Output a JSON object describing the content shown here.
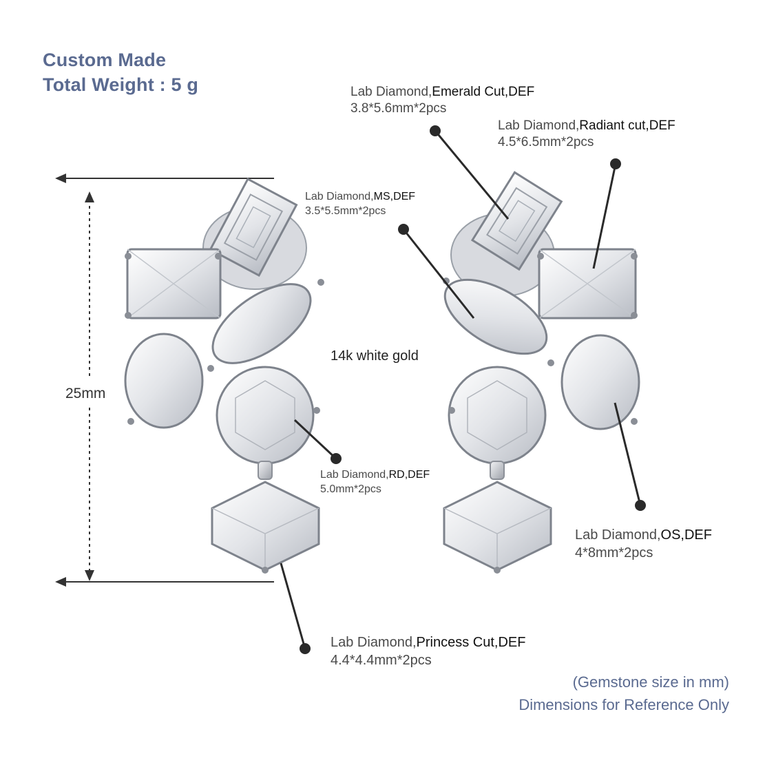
{
  "header": {
    "line1": "Custom Made",
    "line2": "Total Weight : 5 g"
  },
  "dimension": {
    "height_label": "25mm"
  },
  "metal": "14k white gold",
  "stones": {
    "emerald": {
      "prefix": "Lab Diamond,",
      "cut": "Emerald Cut,DEF",
      "size": "3.8*5.6mm*2pcs"
    },
    "radiant": {
      "prefix": "Lab Diamond,",
      "cut": "Radiant cut,DEF",
      "size": "4.5*6.5mm*2pcs"
    },
    "marquise": {
      "prefix": "Lab Diamond,",
      "cut": "MS,DEF",
      "size": "3.5*5.5mm*2pcs"
    },
    "round": {
      "prefix": "Lab Diamond,",
      "cut": "RD,DEF",
      "size": "5.0mm*2pcs"
    },
    "oval": {
      "prefix": "Lab Diamond,",
      "cut": "OS,DEF",
      "size": "4*8mm*2pcs"
    },
    "princess": {
      "prefix": "Lab Diamond,",
      "cut": "Princess Cut,DEF",
      "size": "4.4*4.4mm*2pcs"
    }
  },
  "footnote": {
    "line1": "(Gemstone size in mm)",
    "line2": "Dimensions for Reference Only"
  },
  "colors": {
    "accent": "#5a6a90",
    "leader": "#2a2a2a",
    "metal": "#c9ccd2"
  }
}
